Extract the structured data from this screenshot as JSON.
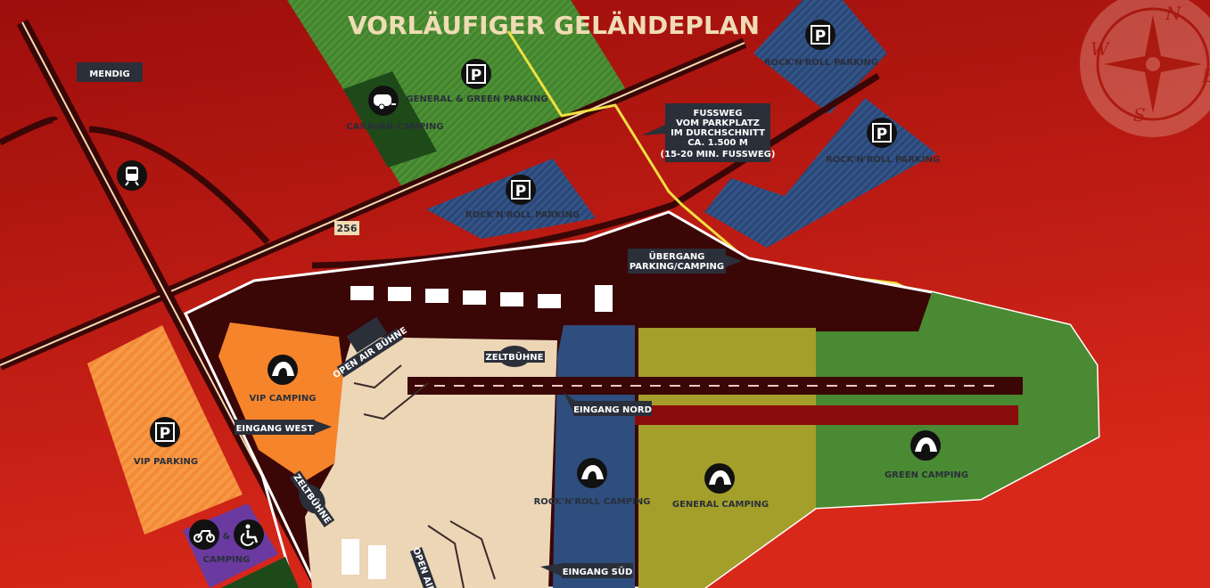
{
  "title": "VORLÄUFIGER GELÄNDEPLAN",
  "colors": {
    "background": "#c81a12",
    "venue": "#3a0606",
    "festival_ground": "#ecd6b6",
    "vip_camping": "#f5842a",
    "rocknroll": "#2e4e7e",
    "general": "#a39f2a",
    "green": "#4a8a32",
    "caravan": "#1e4a1a",
    "moto_camping": "#6a3aa0",
    "footpath": "#f0e040"
  },
  "places": {
    "town": "MENDIG",
    "road_number": "256",
    "general_green_parking": "GENERAL & GREEN PARKING",
    "caravan_camping": "CARAVAN CAMPING",
    "rnr_parking_1": "ROCK'N'ROLL PARKING",
    "rnr_parking_2": "ROCK'N'ROLL PARKING",
    "rnr_parking_3": "ROCK'N'ROLL PARKING",
    "vip_camping": "VIP CAMPING",
    "vip_parking": "VIP PARKING",
    "moto_camping": "CAMPING",
    "moto_amp": "&",
    "rnr_camping": "ROCK'N'ROLL CAMPING",
    "general_camping": "GENERAL CAMPING",
    "green_camping": "GREEN CAMPING"
  },
  "callouts": {
    "footpath": [
      "FUSSWEG",
      "VOM PARKPLATZ",
      "IM DURCHSCHNITT",
      "CA. 1.500 M",
      "(15-20 MIN. FUSSWEG)"
    ],
    "crossing": [
      "ÜBERGANG",
      "PARKING/CAMPING"
    ],
    "eingang_nord": "EINGANG NORD",
    "eingang_sued": "EINGANG SÜD",
    "eingang_west": "EINGANG WEST",
    "zeltbuehne_1": "ZELTBÜHNE",
    "zeltbuehne_2": "ZELTBÜHNE",
    "open_air_1": "OPEN AIR BÜHNE",
    "open_air_2": "OPEN AIR"
  },
  "compass": {
    "n": "N",
    "e": "E",
    "s": "S",
    "w": "W"
  },
  "icons": [
    "parking-icon",
    "tent-icon",
    "caravan-icon",
    "train-icon",
    "motorcycle-icon",
    "wheelchair-icon",
    "compass-icon"
  ]
}
